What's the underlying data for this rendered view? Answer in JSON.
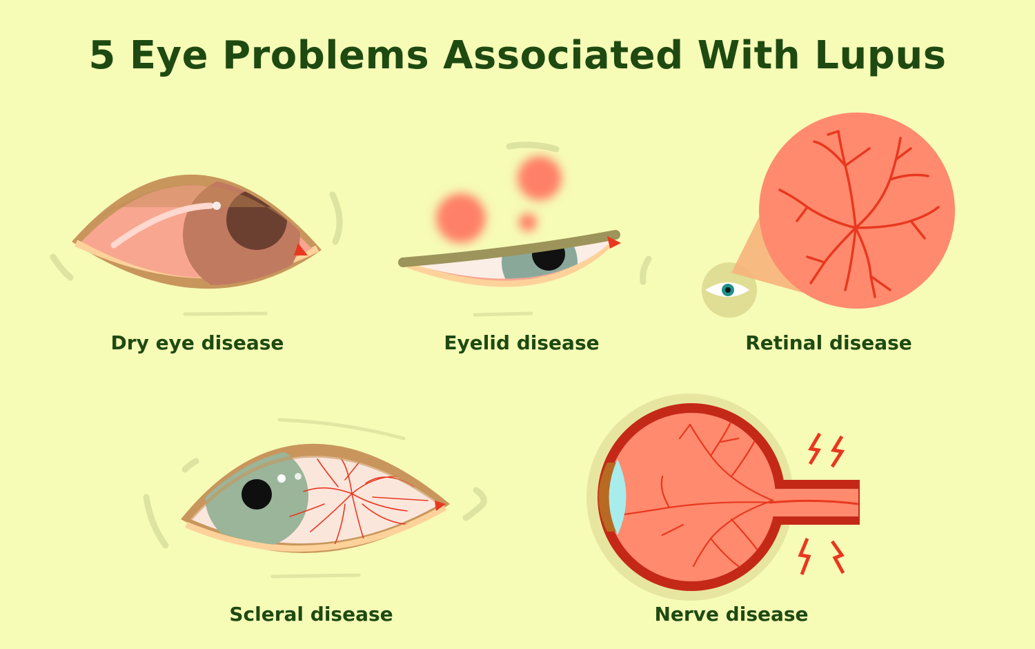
{
  "title": "5 Eye Problems Associated With Lupus",
  "conditions": [
    {
      "label": "Dry eye disease",
      "icon": "dry-eye-icon"
    },
    {
      "label": "Eyelid disease",
      "icon": "eyelid-rash-icon"
    },
    {
      "label": "Retinal disease",
      "icon": "retina-vessels-icon"
    },
    {
      "label": "Scleral disease",
      "icon": "red-sclera-eye-icon"
    },
    {
      "label": "Nerve disease",
      "icon": "eyeball-optic-nerve-icon"
    }
  ],
  "colors": {
    "background": "#f6fbb6",
    "text": "#1e4a12",
    "inflamed": "#ff8a6e",
    "vessel": "#e8381f",
    "lid": "#b88a4e"
  }
}
